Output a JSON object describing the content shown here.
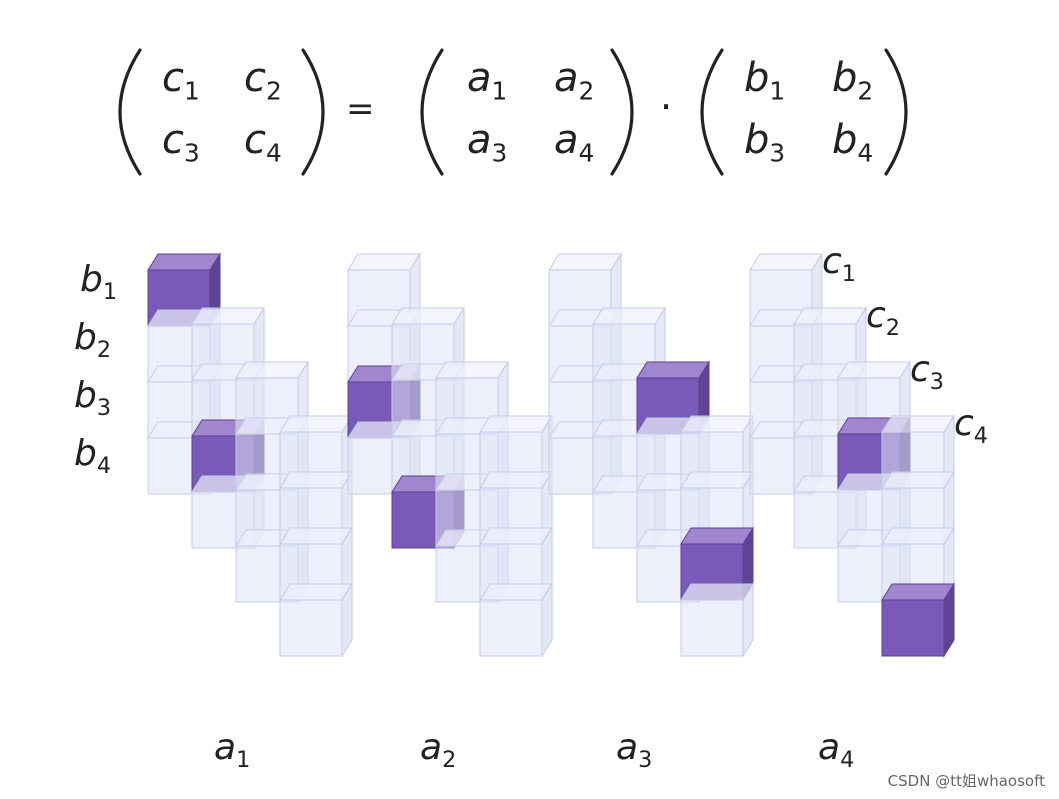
{
  "equation": {
    "c": [
      [
        "c",
        "1"
      ],
      [
        "c",
        "2"
      ],
      [
        "c",
        "3"
      ],
      [
        "c",
        "4"
      ]
    ],
    "a": [
      [
        "a",
        "1"
      ],
      [
        "a",
        "2"
      ],
      [
        "a",
        "3"
      ],
      [
        "a",
        "4"
      ]
    ],
    "b": [
      [
        "b",
        "1"
      ],
      [
        "b",
        "2"
      ],
      [
        "b",
        "3"
      ],
      [
        "b",
        "4"
      ]
    ],
    "equals": "=",
    "dot": "·"
  },
  "row_labels": [
    [
      "b",
      "1"
    ],
    [
      "b",
      "2"
    ],
    [
      "b",
      "3"
    ],
    [
      "b",
      "4"
    ]
  ],
  "column_labels": [
    [
      "a",
      "1"
    ],
    [
      "a",
      "2"
    ],
    [
      "a",
      "3"
    ],
    [
      "a",
      "4"
    ]
  ],
  "output_labels": [
    [
      "c",
      "1"
    ],
    [
      "c",
      "2"
    ],
    [
      "c",
      "3"
    ],
    [
      "c",
      "4"
    ]
  ],
  "highlighted_cells": [
    {
      "column": 1,
      "row": 1,
      "depth": 1
    },
    {
      "column": 1,
      "row": 3,
      "depth": 2
    },
    {
      "column": 2,
      "row": 3,
      "depth": 1
    },
    {
      "column": 2,
      "row": 4,
      "depth": 2
    },
    {
      "column": 3,
      "row": 1,
      "depth": 3
    },
    {
      "column": 3,
      "row": 3,
      "depth": 4
    },
    {
      "column": 4,
      "row": 2,
      "depth": 3
    },
    {
      "column": 4,
      "row": 4,
      "depth": 4
    }
  ],
  "colors": {
    "highlight": "#7a5ab8",
    "cube": "#dfe3f6",
    "text": "#222222"
  },
  "watermark": "CSDN @tt姐whaosoft"
}
